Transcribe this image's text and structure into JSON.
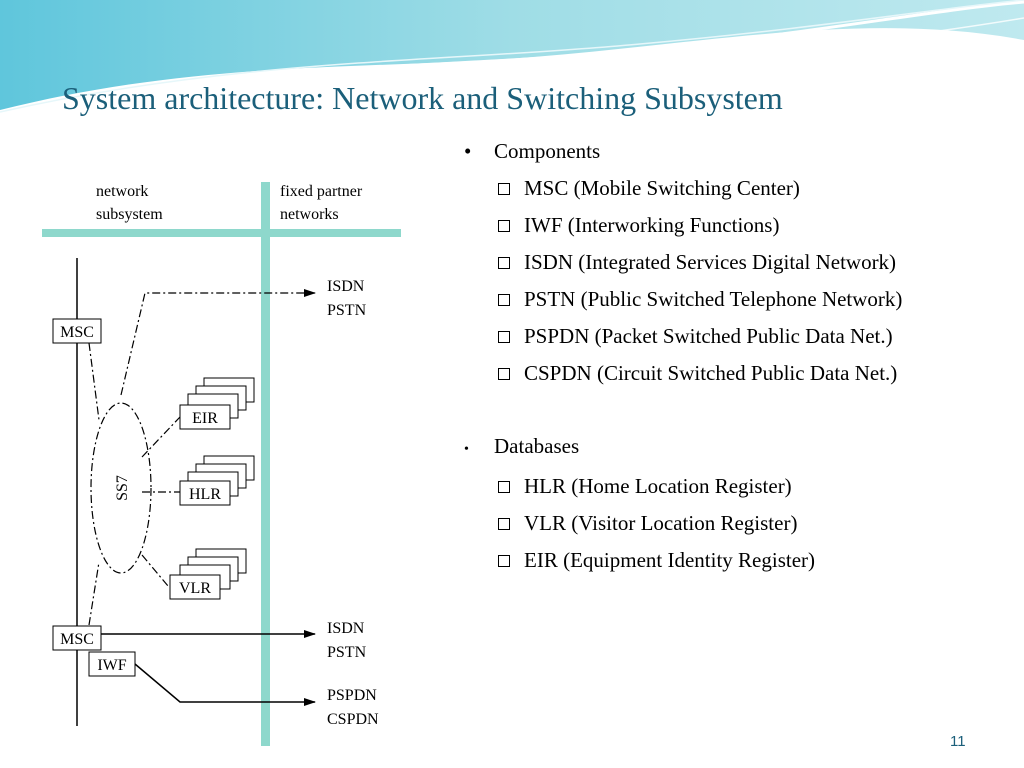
{
  "slide": {
    "title": "System architecture: Network and Switching Subsystem",
    "page_number": "11"
  },
  "diagram": {
    "header_left_line1": "network",
    "header_left_line2": "subsystem",
    "header_right_line1": "fixed partner",
    "header_right_line2": "networks",
    "msc_top": "MSC",
    "msc_bottom": "MSC",
    "iwf": "IWF",
    "eir": "EIR",
    "hlr": "HLR",
    "vlr": "VLR",
    "ss7": "SS7",
    "target_top_line1": "ISDN",
    "target_top_line2": "PSTN",
    "target_mid_line1": "ISDN",
    "target_mid_line2": "PSTN",
    "target_bottom_line1": "PSPDN",
    "target_bottom_line2": "CSPDN",
    "colors": {
      "divider": "#8ed8cc",
      "title": "#1b5f7a"
    }
  },
  "bullets": {
    "components": {
      "label": "Components",
      "items": [
        "MSC (Mobile Switching Center)",
        "IWF (Interworking Functions)",
        "ISDN (Integrated Services Digital Network)",
        "PSTN (Public Switched Telephone Network)",
        "PSPDN (Packet Switched Public Data Net.)",
        "CSPDN (Circuit Switched Public Data Net.)"
      ]
    },
    "databases": {
      "label": "Databases",
      "items": [
        "HLR (Home Location Register)",
        "VLR (Visitor Location Register)",
        "EIR (Equipment Identity Register)"
      ]
    }
  }
}
